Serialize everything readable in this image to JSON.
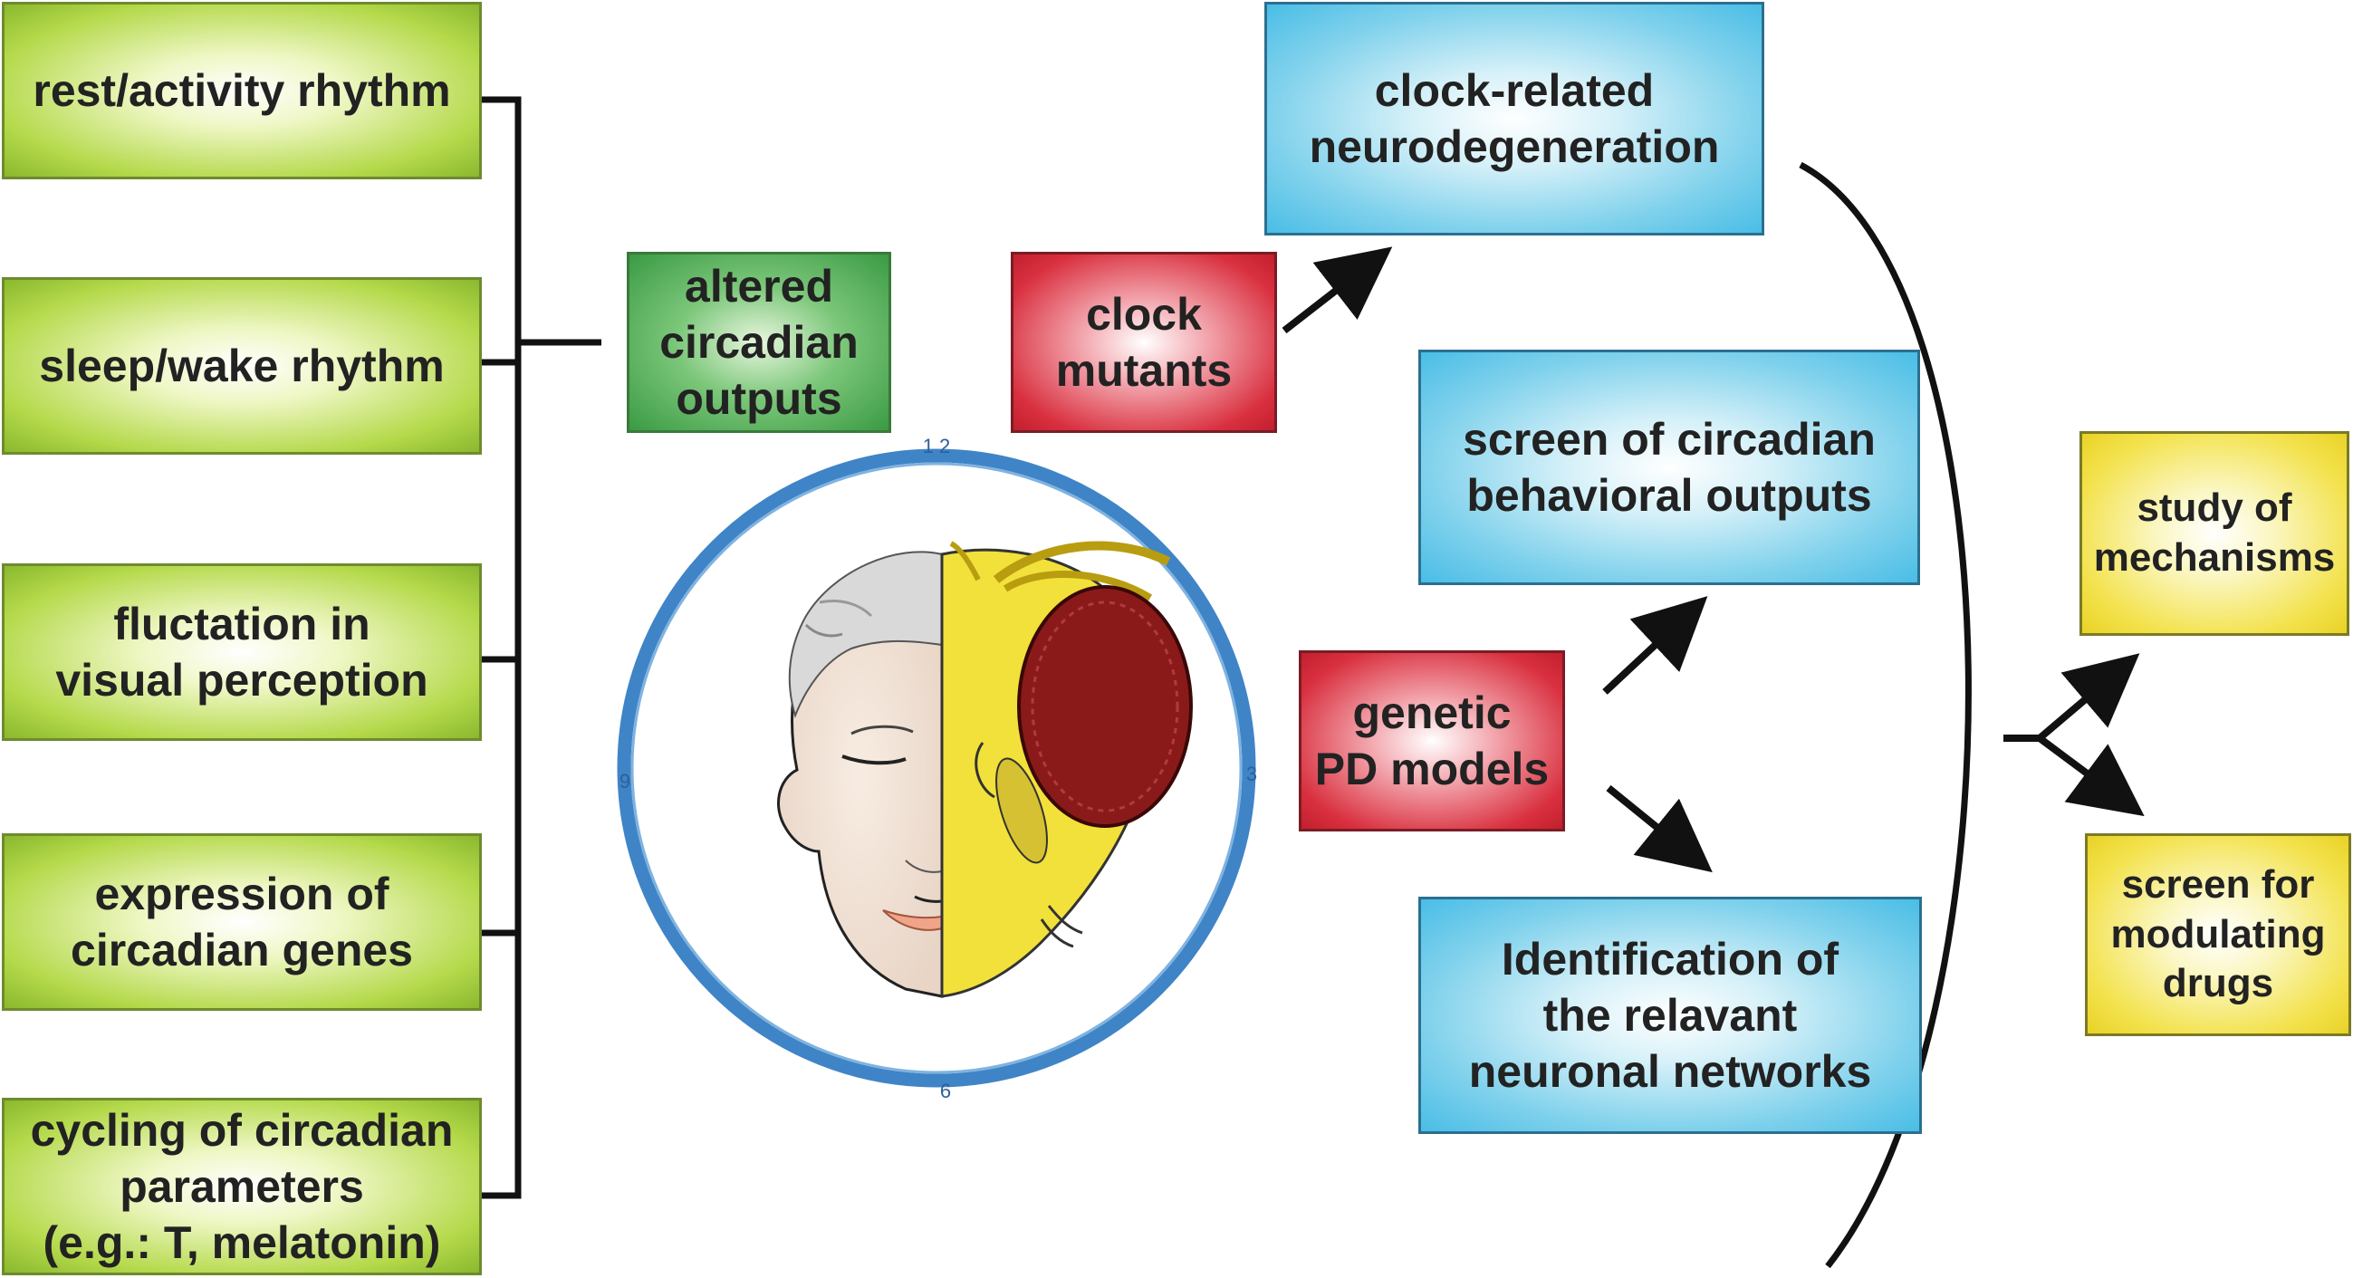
{
  "outputs": {
    "rest_activity": "rest/activity rhythm",
    "sleep_wake": "sleep/wake rhythm",
    "visual": [
      "fluctation in",
      "visual perception"
    ],
    "expression": [
      "expression of",
      "circadian genes"
    ],
    "cycling": [
      "cycling of circadian",
      "parameters",
      "(e.g.: T, melatonin)"
    ]
  },
  "altered": [
    "altered",
    "circadian",
    "outputs"
  ],
  "clock_mutants": [
    "clock",
    "mutants"
  ],
  "neurodegeneration": [
    "clock-related",
    "neurodegeneration"
  ],
  "screen_outputs": [
    "screen of circadian",
    "behavioral outputs"
  ],
  "pd_models": [
    "genetic",
    "PD models"
  ],
  "networks": [
    "Identification of",
    "the relavant",
    "neuronal networks"
  ],
  "mechanisms": [
    "study of",
    "mechanisms"
  ],
  "drugs": [
    "screen for",
    "modulating",
    "drugs"
  ],
  "clock_face": {
    "top": "1 2",
    "right": "3",
    "bottom": "6",
    "left": "9"
  },
  "colors": {
    "output_green": "#9ccb37",
    "altered_green": "#3a9a44",
    "red": "#d9303f",
    "blue": "#49bde6",
    "yellow": "#f3e24d",
    "clock_ring": "#3f84c6",
    "fly_yellow": "#f2e13a",
    "fly_eye": "#8a1a1a"
  }
}
